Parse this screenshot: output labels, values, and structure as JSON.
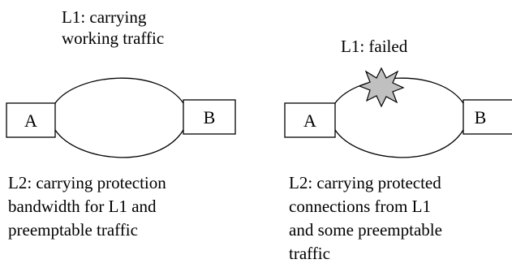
{
  "left_panel": {
    "top_label": [
      "L1: carrying",
      "working traffic"
    ],
    "node_a": "A",
    "node_b": "B",
    "bottom_label": [
      "L2: carrying protection",
      "bandwidth for L1 and",
      "preemptable traffic"
    ]
  },
  "right_panel": {
    "top_label": [
      "L1: failed"
    ],
    "node_a": "A",
    "node_b": "B",
    "bottom_label": [
      "L2: carrying protected",
      "connections from L1",
      "and some preemptable",
      "traffic"
    ]
  },
  "colors": {
    "stroke": "#000000",
    "failure_burst": "#c0c0c0"
  }
}
